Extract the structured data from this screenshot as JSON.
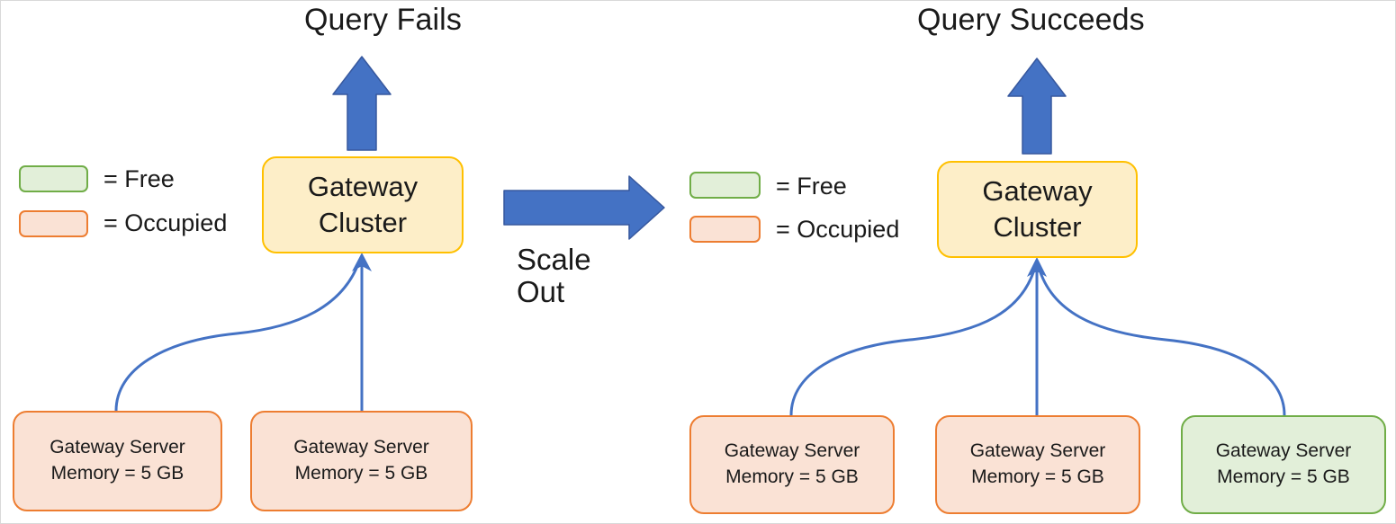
{
  "diagram": {
    "title_left": "Query Fails",
    "title_right": "Query Succeeds",
    "transition_label_line1": "Scale",
    "transition_label_line2": "Out",
    "colors": {
      "occupied_fill": "#fae2d5",
      "occupied_border": "#ed7d31",
      "free_fill": "#e2efd9",
      "free_border": "#70ad47",
      "cluster_fill": "#fdeec8",
      "cluster_border": "#ffc000",
      "arrow_blue": "#4472c4",
      "connector_blue": "#4472c4",
      "background": "#ffffff",
      "text": "#1a1a1a"
    }
  },
  "legend_left": {
    "items": [
      {
        "swatch": "free-swatch",
        "label": "= Free"
      },
      {
        "swatch": "occupied-swatch",
        "label": "= Occupied"
      }
    ]
  },
  "legend_right": {
    "items": [
      {
        "swatch": "free-swatch",
        "label": "= Free"
      },
      {
        "swatch": "occupied-swatch",
        "label": "= Occupied"
      }
    ]
  },
  "left_panel": {
    "cluster": {
      "line1": "Gateway",
      "line2": "Cluster"
    },
    "servers": [
      {
        "line1": "Gateway Server",
        "line2": "Memory = 5 GB",
        "state": "occupied"
      },
      {
        "line1": "Gateway Server",
        "line2": "Memory = 5 GB",
        "state": "occupied"
      }
    ]
  },
  "right_panel": {
    "cluster": {
      "line1": "Gateway",
      "line2": "Cluster"
    },
    "servers": [
      {
        "line1": "Gateway Server",
        "line2": "Memory = 5 GB",
        "state": "occupied"
      },
      {
        "line1": "Gateway Server",
        "line2": "Memory = 5 GB",
        "state": "occupied"
      },
      {
        "line1": "Gateway Server",
        "line2": "Memory = 5 GB",
        "state": "free"
      }
    ]
  }
}
